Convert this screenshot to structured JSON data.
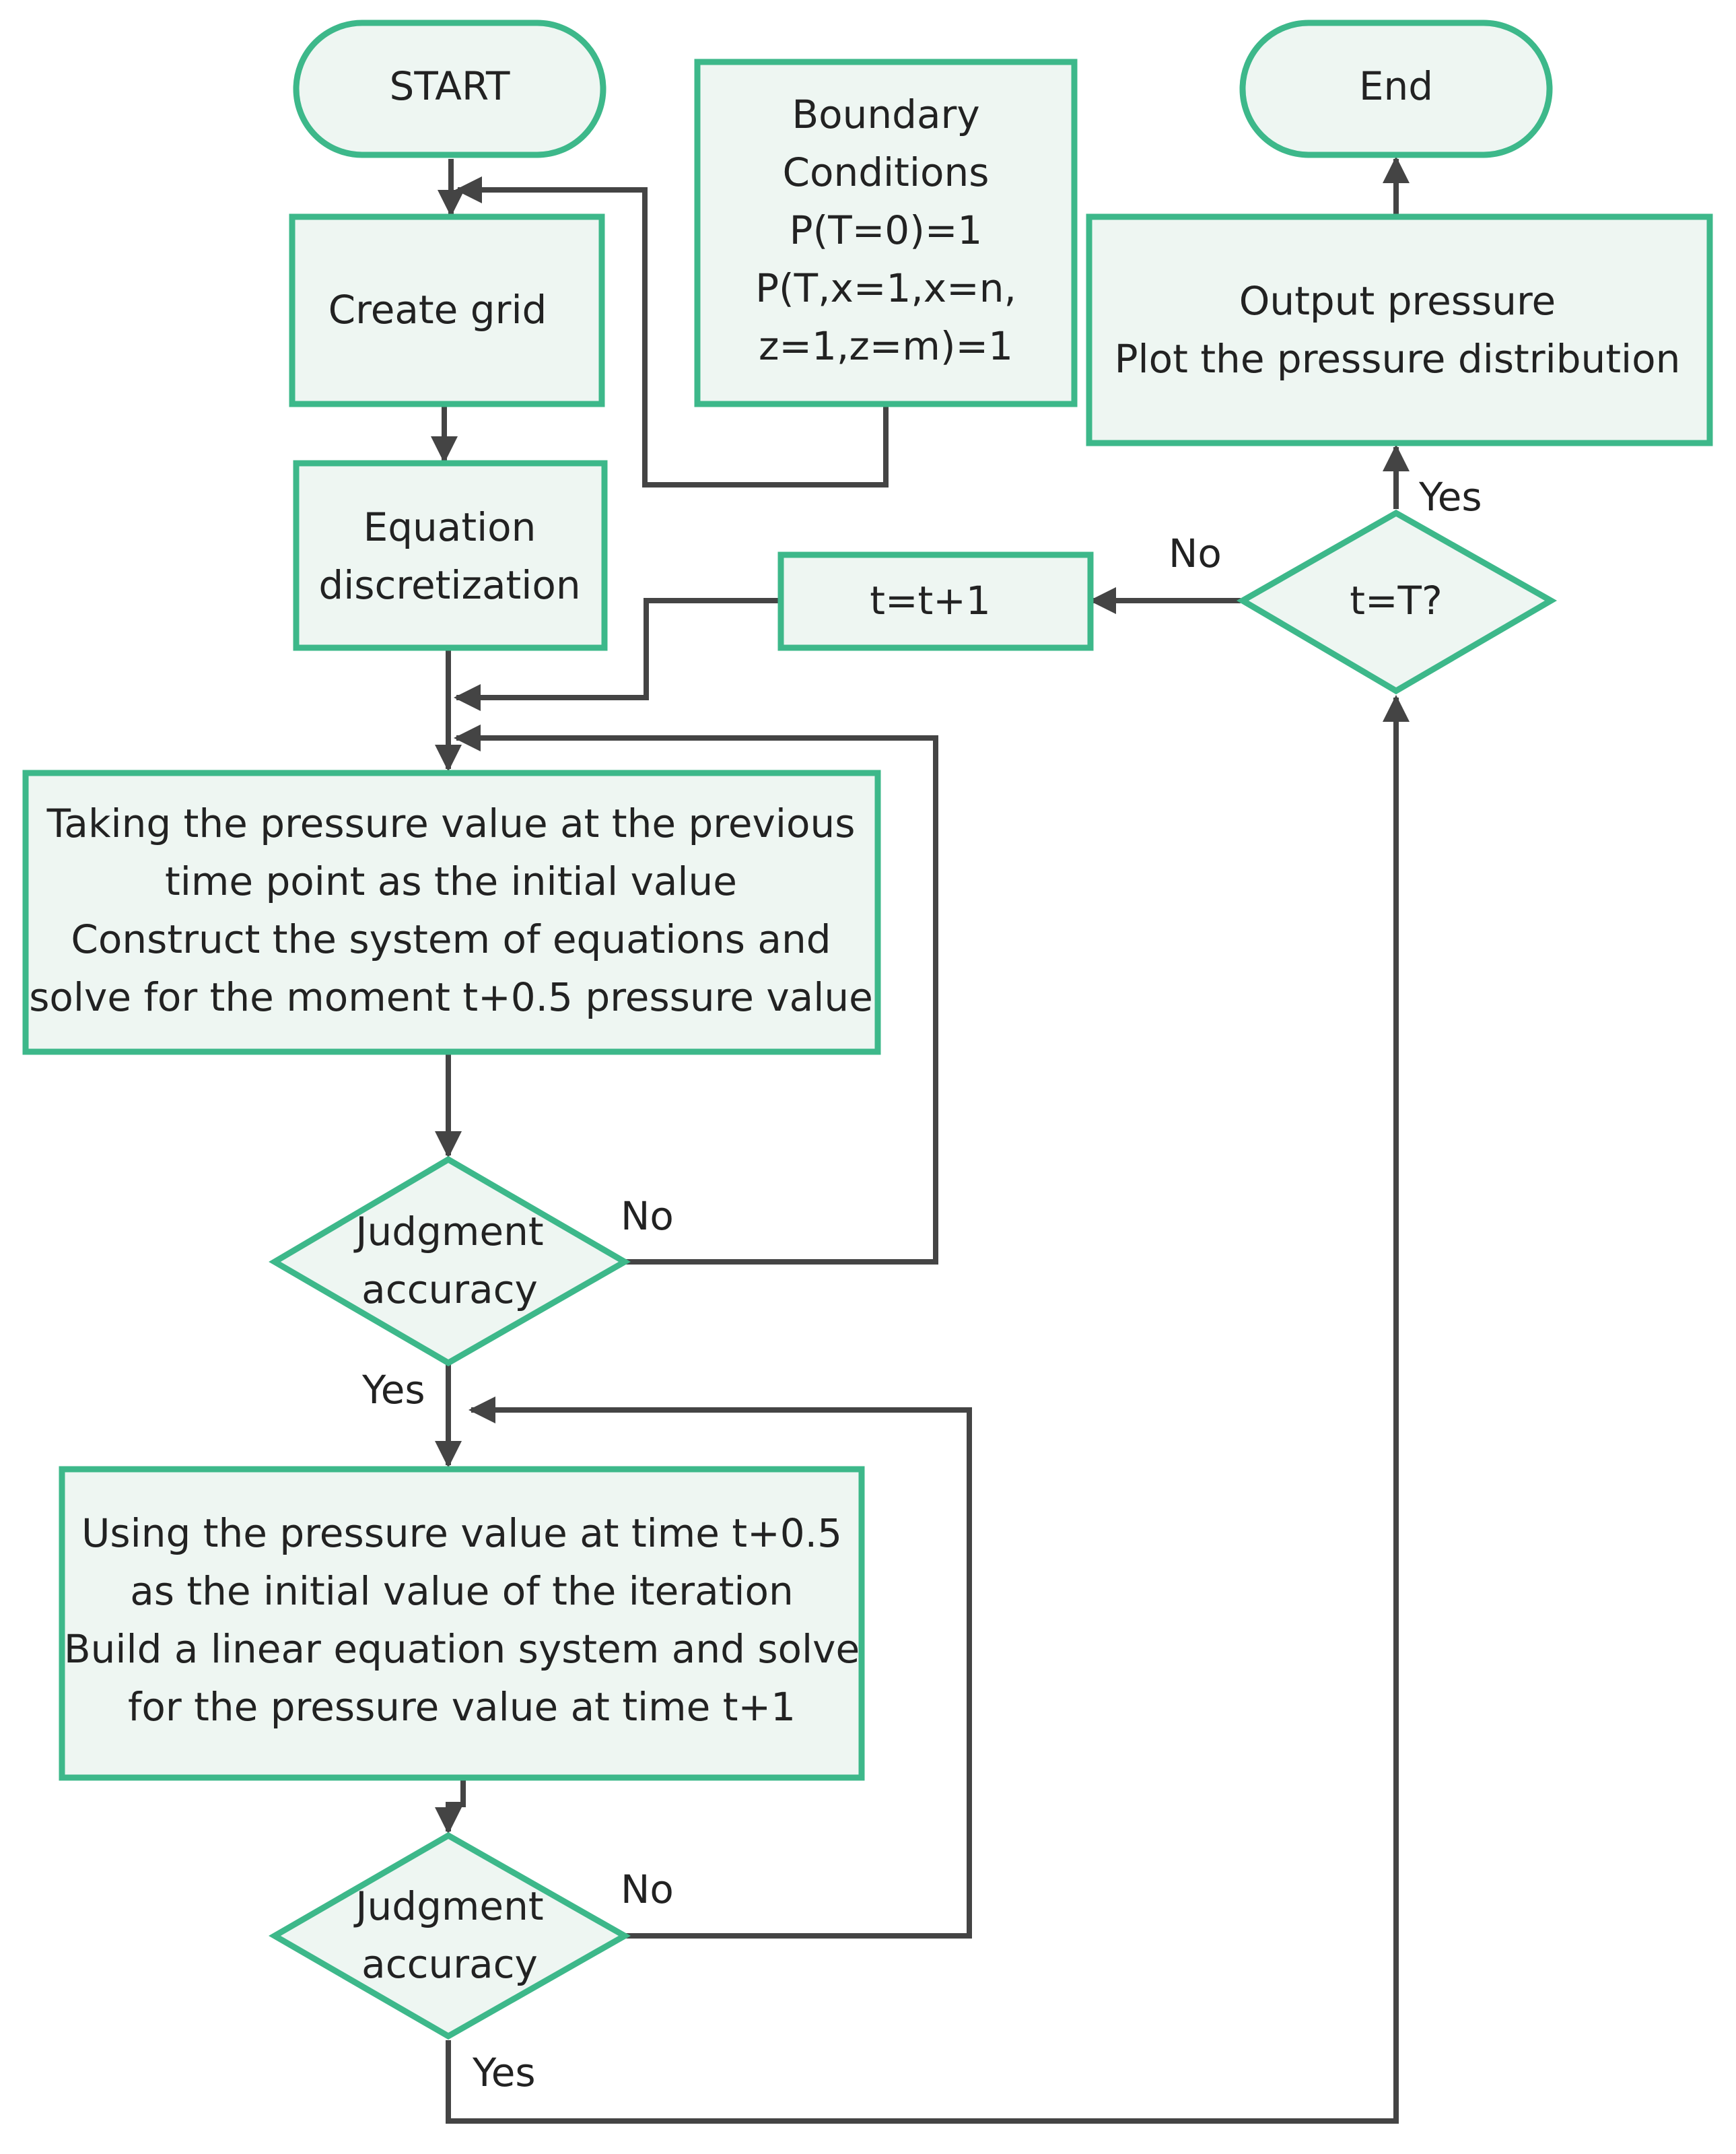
{
  "colors": {
    "node_fill": "#eef6f2",
    "node_stroke": "#3db88a",
    "connector": "#444444",
    "text": "#222222"
  },
  "nodes": {
    "start": {
      "text": [
        "START"
      ]
    },
    "boundary": {
      "text": [
        "Boundary",
        "Conditions",
        "P(T=0)=1",
        "P(T,x=1,x=n,",
        "z=1,z=m)=1"
      ]
    },
    "end": {
      "text": [
        "End"
      ]
    },
    "create_grid": {
      "text": [
        "Create grid"
      ]
    },
    "output": {
      "text": [
        "Output pressure",
        "Plot the pressure distribution"
      ]
    },
    "equation": {
      "text": [
        "Equation",
        "discretization"
      ]
    },
    "increment": {
      "text": [
        "t=t+1"
      ]
    },
    "time_check": {
      "text": [
        "t=T?"
      ]
    },
    "half_step": {
      "text": [
        "Taking the pressure value at the previous",
        "time point as the initial value",
        "Construct the system of equations and",
        "solve for the moment t+0.5 pressure value"
      ]
    },
    "judge_1": {
      "text": [
        "Judgment",
        "accuracy"
      ]
    },
    "full_step": {
      "text": [
        "Using the pressure value at time t+0.5",
        "as the initial value of the iteration",
        "Build a linear equation system and solve",
        "for the pressure value at time t+1"
      ]
    },
    "judge_2": {
      "text": [
        "Judgment",
        "accuracy"
      ]
    }
  },
  "edge_labels": {
    "time_yes": "Yes",
    "time_no": "No",
    "judge1_no": "No",
    "judge1_yes": "Yes",
    "judge2_no": "No",
    "judge2_yes": "Yes"
  }
}
